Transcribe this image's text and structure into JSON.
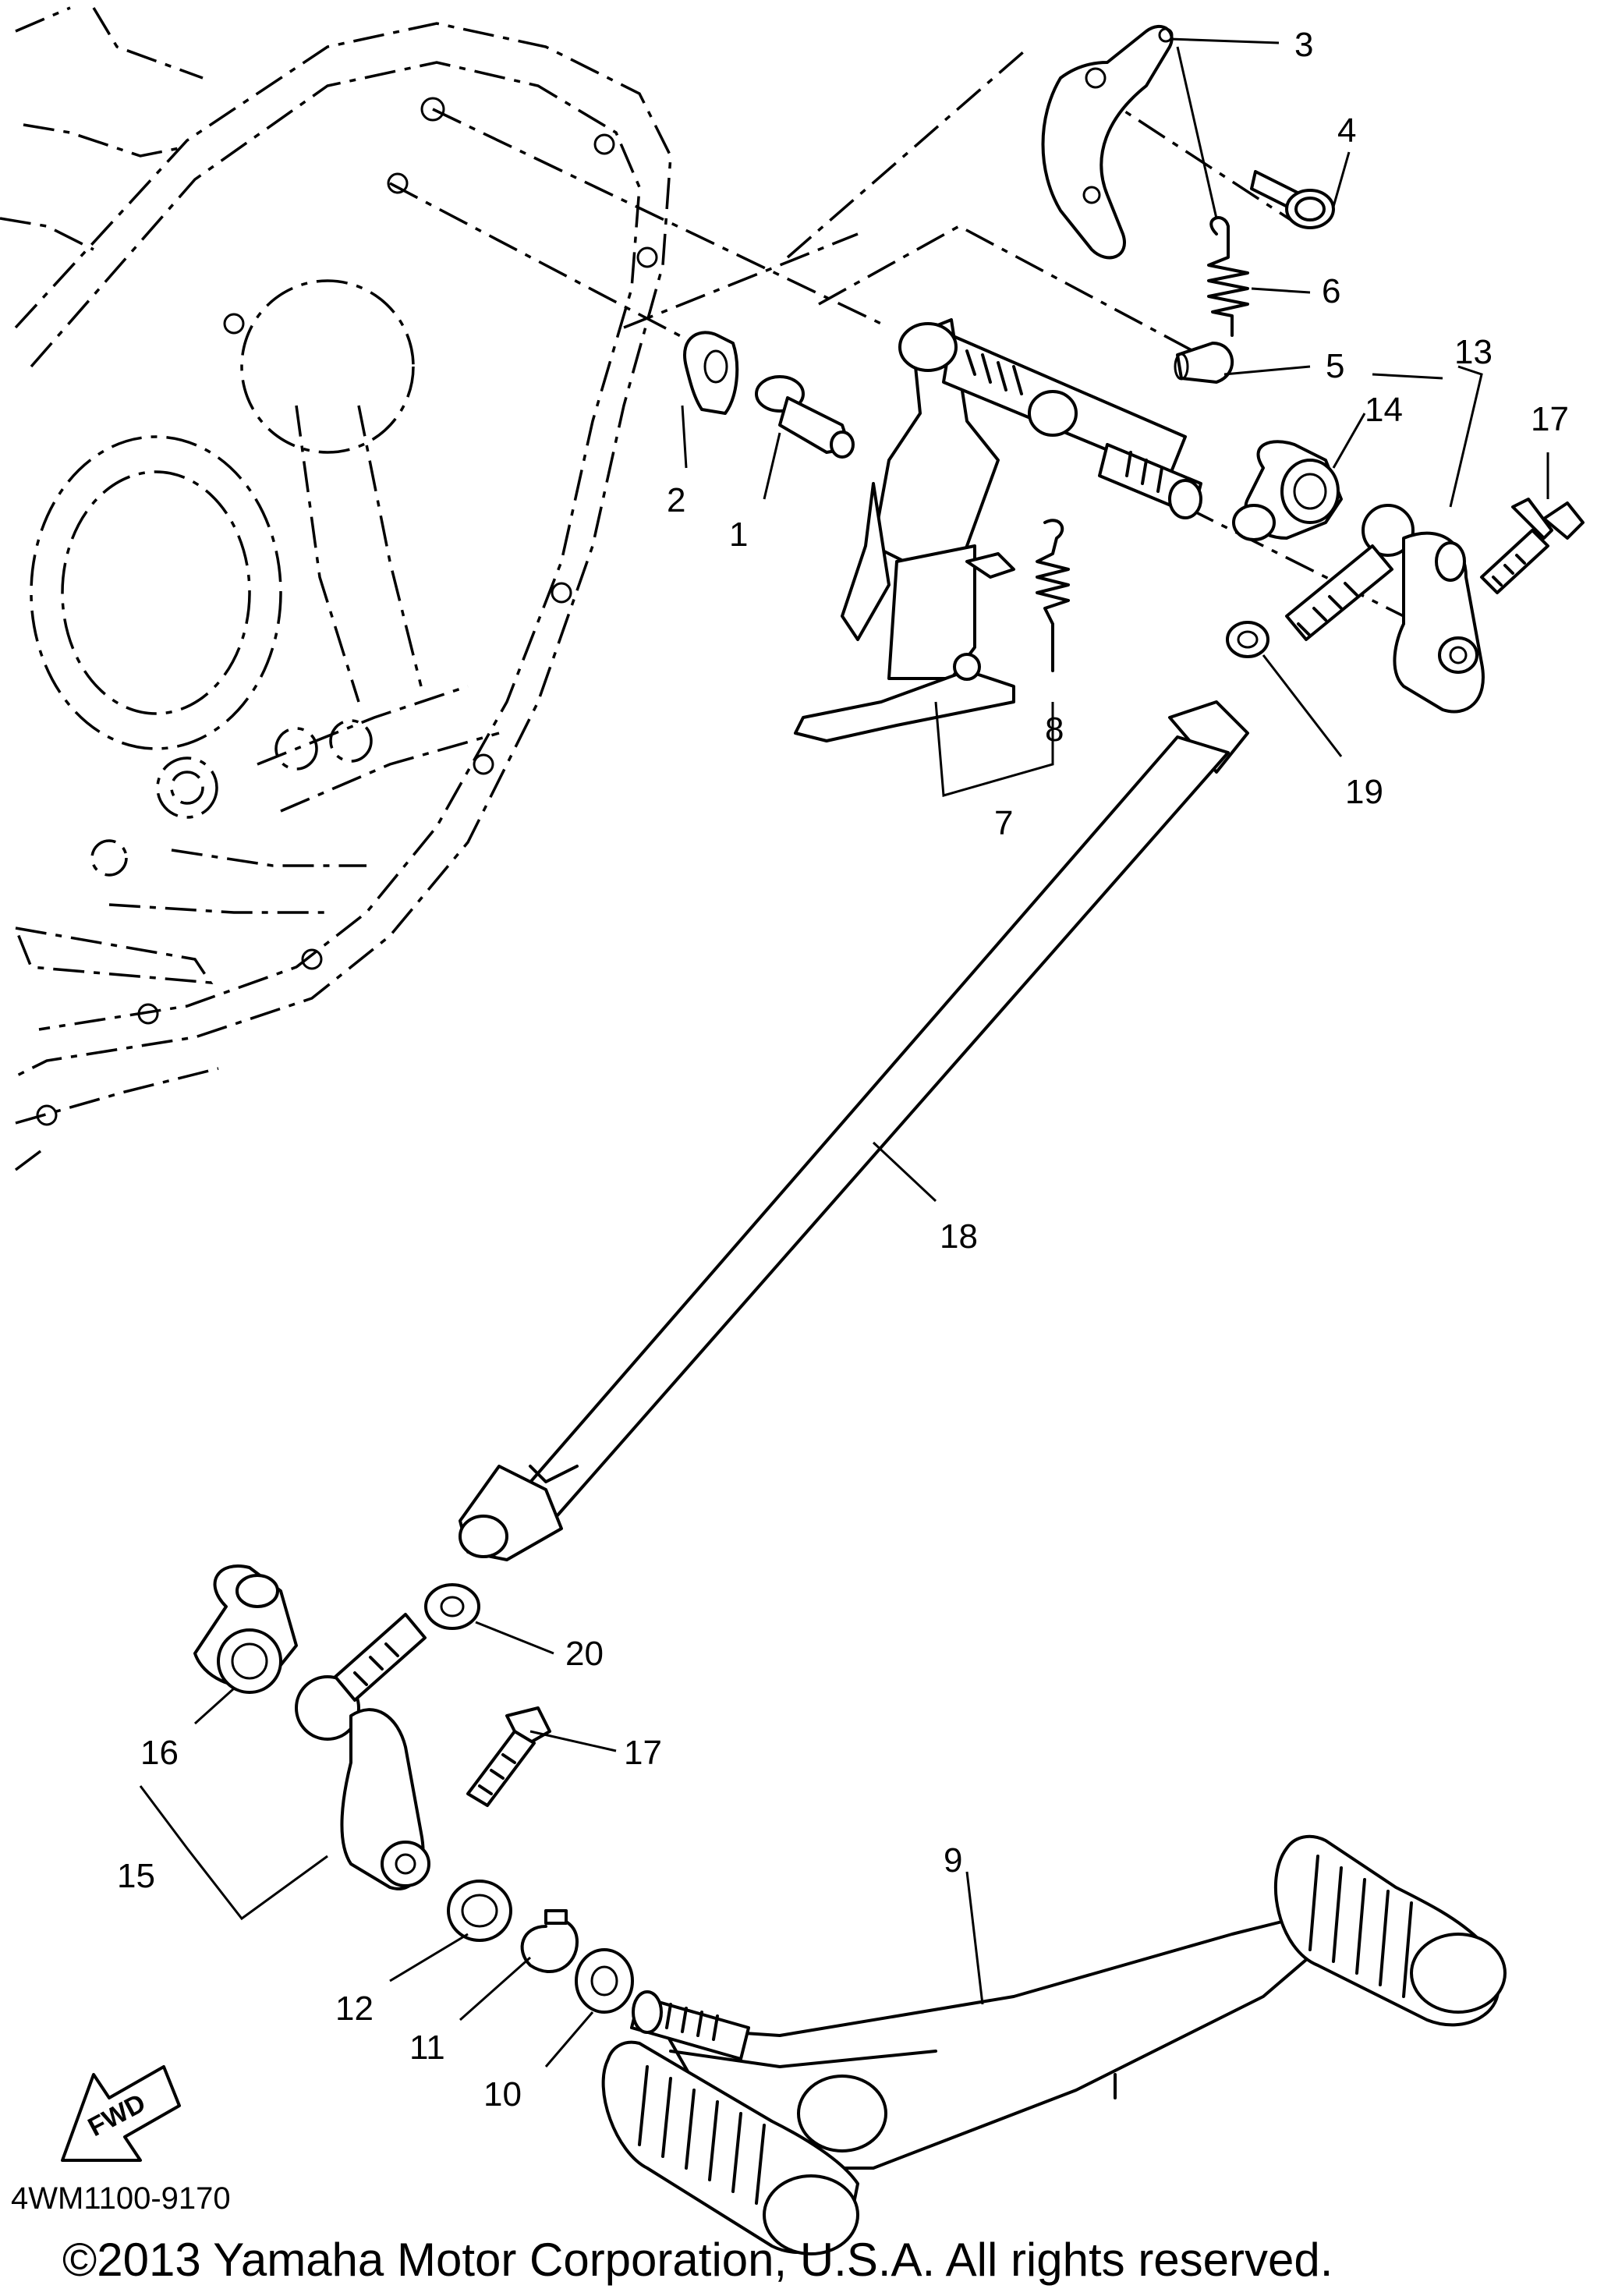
{
  "diagram": {
    "title": "",
    "part_labels": {
      "p1": "1",
      "p2": "2",
      "p3": "3",
      "p4": "4",
      "p5": "5",
      "p6": "6",
      "p7": "7",
      "p8": "8",
      "p9": "9",
      "p10": "10",
      "p11": "11",
      "p12": "12",
      "p13": "13",
      "p14": "14",
      "p15": "15",
      "p16": "16",
      "p17a": "17",
      "p17b": "17",
      "p18": "18",
      "p19": "19",
      "p20": "20"
    },
    "fwd_label": "FWD",
    "drawing_code": "4WM1100-9170",
    "copyright": "©2013 Yamaha Motor Corporation, U.S.A. All rights reserved."
  }
}
